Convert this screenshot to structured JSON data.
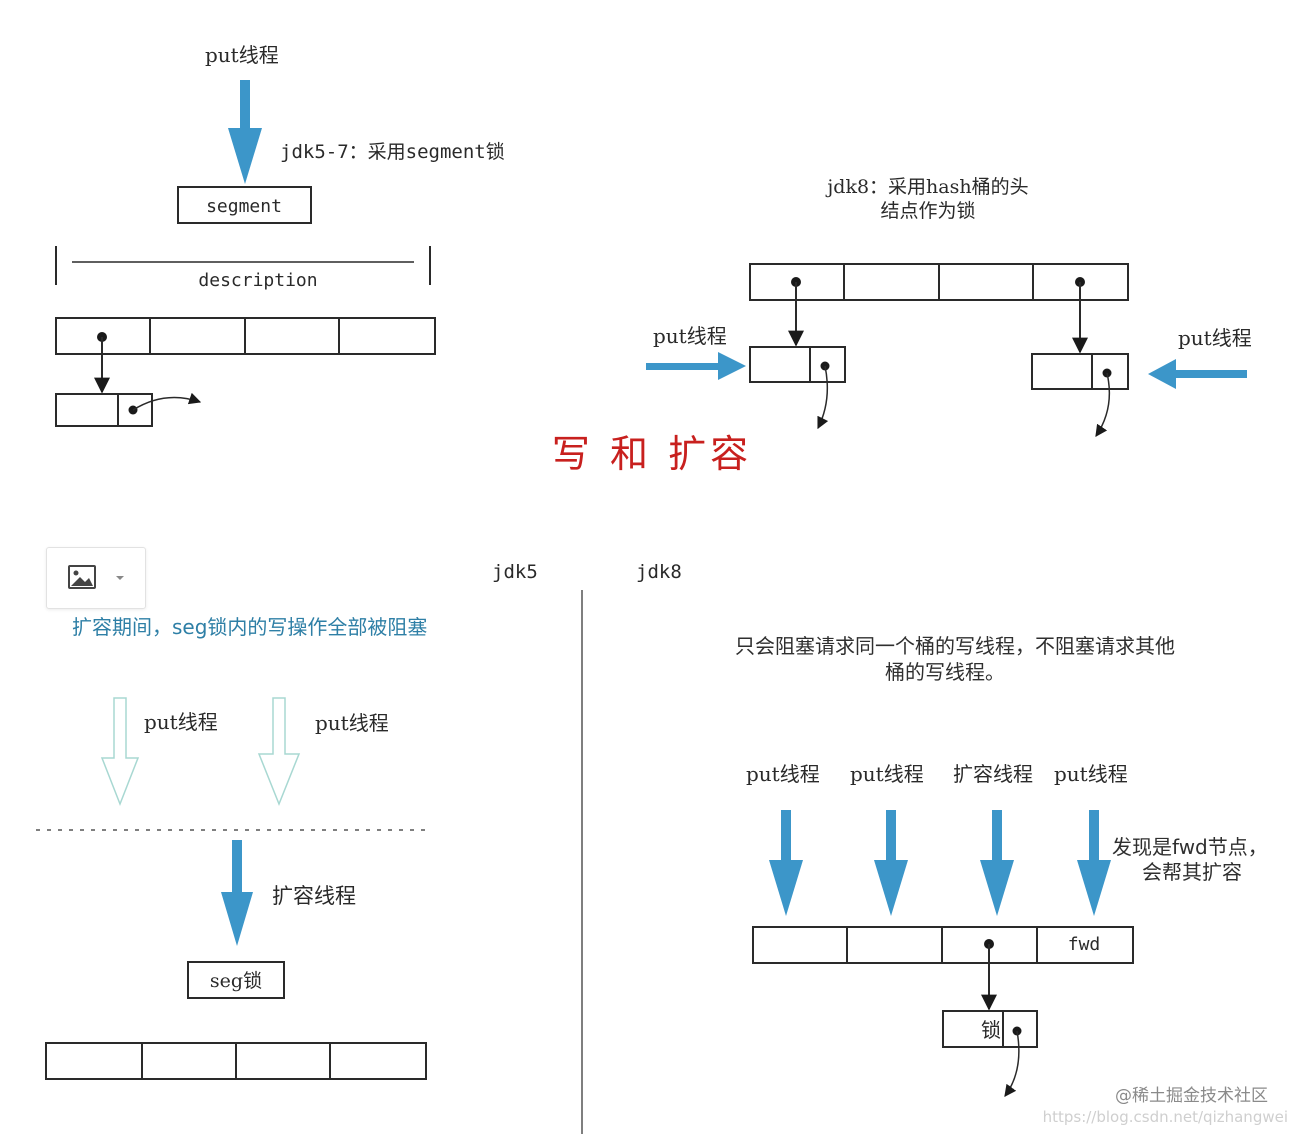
{
  "title": "写 和 扩容",
  "top_left": {
    "put_label": "put线程",
    "note": "jdk5-7：采用segment锁",
    "segment_label": "segment",
    "description_label": "description"
  },
  "top_right": {
    "note_line1": "jdk8：采用hash桶的头",
    "note_line2": "结点作为锁",
    "put_left": "put线程",
    "put_right": "put线程"
  },
  "bottom_left": {
    "version": "jdk5",
    "caption": "扩容期间，seg锁内的写操作全部被阻塞",
    "put1": "put线程",
    "put2": "put线程",
    "resize_label": "扩容线程",
    "seg_lock": "seg锁"
  },
  "bottom_right": {
    "version": "jdk8",
    "caption_line1": "只会阻塞请求同一个桶的写线程，不阻塞请求其他",
    "caption_line2": "桶的写线程。",
    "threads": [
      "put线程",
      "put线程",
      "扩容线程",
      "put线程"
    ],
    "fwd_note_line1": "发现是fwd节点，",
    "fwd_note_line2": "会帮其扩容",
    "fwd_label": "fwd",
    "lock_label": "锁"
  },
  "watermark": {
    "line1": "@稀土掘金技术社区",
    "line2": "https://blog.csdn.net/qizhangwei"
  },
  "toolbar": {
    "image_icon": "image-icon",
    "dropdown_icon": "caret-down-icon"
  },
  "colors": {
    "arrow_blue": "#3c96c9",
    "hollow_green": "#a8d8d2",
    "title_red": "#c8201e"
  }
}
